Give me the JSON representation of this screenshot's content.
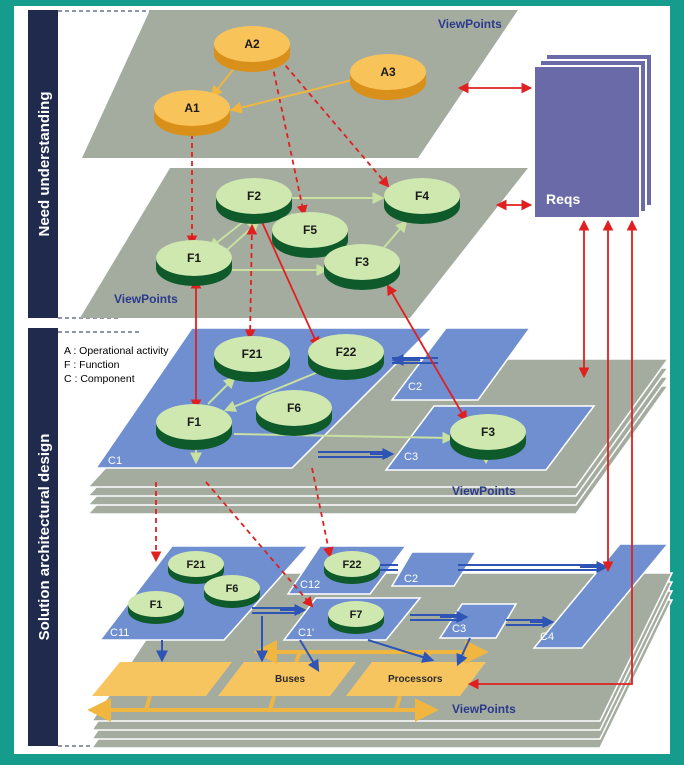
{
  "colors": {
    "background": "#159c8c",
    "panel": "#ffffff",
    "band": "#1f2a4d",
    "plane_grey": "#a4aca0",
    "plane_grey_text": "#2b3a8a",
    "component_blue": "#6f8fd0",
    "function_top": "#cfe8b0",
    "function_side": "#0f5a2a",
    "activity_top": "#f8c45a",
    "activity_side": "#d9901a",
    "reqs": "#6a6aa8",
    "hw": "#f7c560",
    "red_link": "#e02020",
    "green_link": "#c8e0a0",
    "blue_link": "#2e55b5"
  },
  "side_bands": {
    "need": "Need understanding",
    "solution": "Solution architectural design"
  },
  "planes": {
    "viewpoints": "ViewPoints",
    "reqs": "Reqs"
  },
  "nodes": {
    "A1": "A1",
    "A2": "A2",
    "A3": "A3",
    "F1": "F1",
    "F2": "F2",
    "F3": "F3",
    "F4": "F4",
    "F5": "F5",
    "F6": "F6",
    "F7": "F7",
    "F21": "F21",
    "F22": "F22"
  },
  "components": {
    "C1": "C1",
    "C2": "C2",
    "C3": "C3",
    "C4": "C4",
    "C11": "C11",
    "C12": "C12",
    "C1p": "C1'"
  },
  "hardware": {
    "buses": "Buses",
    "processors": "Processors"
  },
  "legend": {
    "a": "A : Operational activity",
    "f": "F : Function",
    "c": "C : Component"
  }
}
